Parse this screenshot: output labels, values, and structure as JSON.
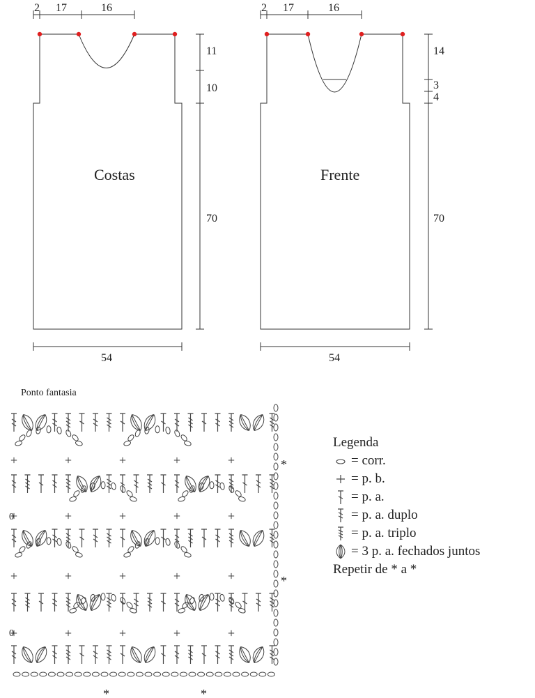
{
  "pattern": {
    "back": {
      "label": "Costas",
      "top_widths": [
        "2",
        "17",
        "16"
      ],
      "side_heights": [
        "11",
        "10",
        "70"
      ],
      "bottom_width": "54"
    },
    "front": {
      "label": "Frente",
      "top_widths": [
        "2",
        "17",
        "16"
      ],
      "side_heights": [
        "14",
        "3",
        "4",
        "70"
      ],
      "bottom_width": "54"
    },
    "stitch_title": "Ponto fantasia",
    "repeat_markers": [
      "*",
      "*",
      "*",
      "*"
    ],
    "chain_marker": "0"
  },
  "legend": {
    "title": "Legenda",
    "items": [
      {
        "icon": "chain-stitch-icon",
        "text": "= corr."
      },
      {
        "icon": "single-crochet-icon",
        "text": "= p. b."
      },
      {
        "icon": "double-crochet-icon",
        "text": "= p. a."
      },
      {
        "icon": "treble-crochet-icon",
        "text": "= p. a. duplo"
      },
      {
        "icon": "triple-crochet-icon",
        "text": "= p. a. triplo"
      },
      {
        "icon": "cluster-icon",
        "text": "= 3 p. a. fechados juntos"
      }
    ],
    "repeat_text": "Repetir de * a *"
  },
  "colors": {
    "line": "#333333",
    "marker": "#e02020"
  }
}
